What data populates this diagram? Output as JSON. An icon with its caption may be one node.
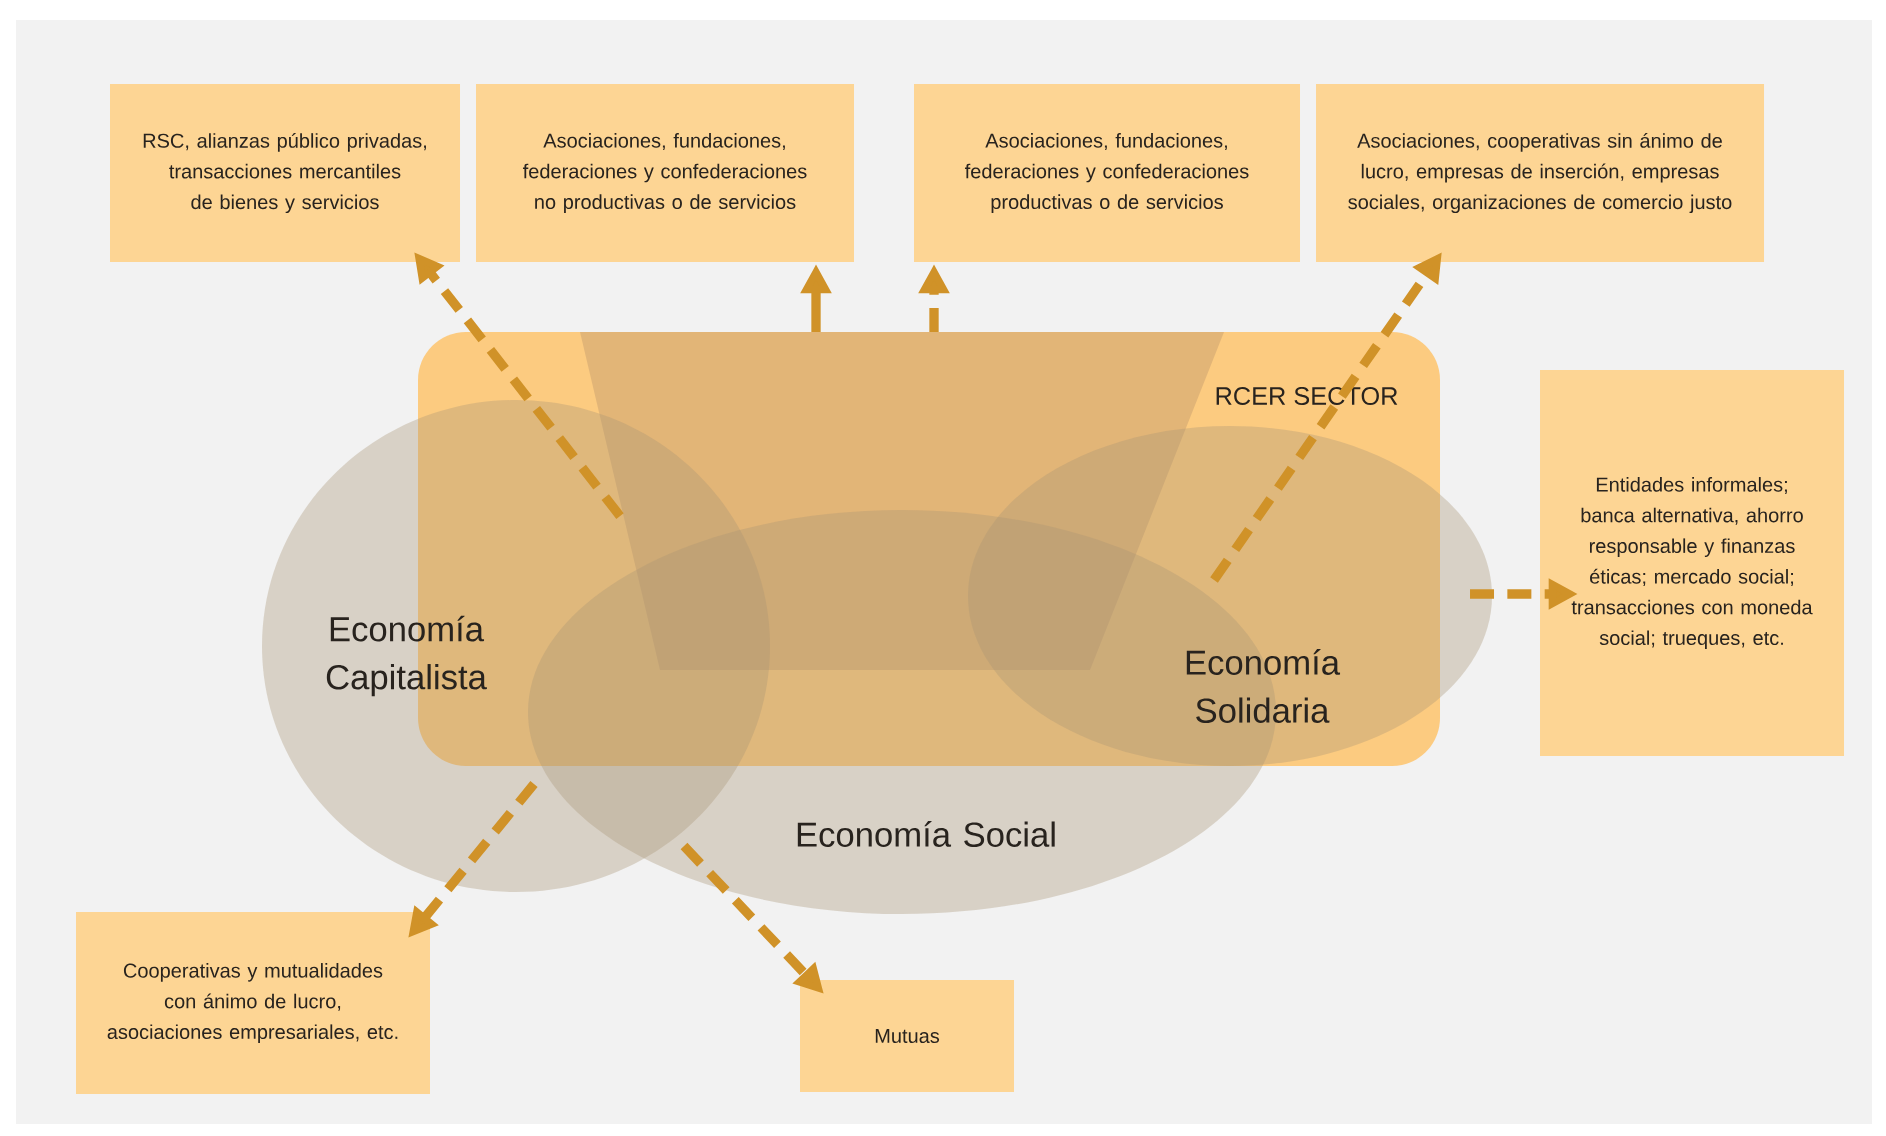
{
  "diagram": {
    "nodes": [
      {
        "text": [
          "RSC, alianzas público privadas, transacciones mercantiles de bienes y servicios"
        ]
      },
      {
        "text": [
          "Asociaciones, fundaciones, federaciones y confederaciones no productivas o de servicios"
        ]
      },
      {
        "text": [
          "Asociaciones, fundaciones, federaciones y confederaciones productivas o de servicios"
        ]
      },
      {
        "text": [
          "Asociaciones, cooperativas sin ánimo de lucro, empresas de inserción, empresas sociales, organizaciones de comercio justo"
        ]
      },
      {
        "text": [
          "RCER SECTOR"
        ]
      },
      {
        "text": [],
        "shape": "trapezoid",
        "in": 4
      },
      {
        "text": [
          "Economía Capitalista"
        ]
      },
      {
        "text": [
          "Economía Social"
        ]
      },
      {
        "text": [
          "Economía Solidaria"
        ]
      },
      {
        "text": [
          "Entidades informales; banca alternativa, ahorro responsable y finanzas éticas; mercado social; transacciones con moneda social; trueques, etc."
        ]
      },
      {
        "text": [
          "Cooperativas y mutualidades con ánimo de lucro, asociaciones empresariales, etc."
        ]
      },
      {
        "text": [
          "Mutuas"
        ]
      }
    ],
    "edges": [
      {
        "from": 6,
        "to": 0,
        "arrow": "to",
        "style": "dashed"
      },
      {
        "from": 5,
        "to": 1,
        "arrow": "to"
      },
      {
        "from": 5,
        "to": 2,
        "arrow": "to",
        "style": "dashed"
      },
      {
        "from": 8,
        "to": 3,
        "arrow": "to",
        "style": "dashed"
      },
      {
        "from": 8,
        "to": 9,
        "arrow": "to",
        "style": "dashed"
      },
      {
        "from": 6,
        "to": 10,
        "arrow": "to",
        "style": "dashed"
      },
      {
        "from": 7,
        "to": 11,
        "arrow": "to",
        "style": "dashed"
      }
    ]
  }
}
